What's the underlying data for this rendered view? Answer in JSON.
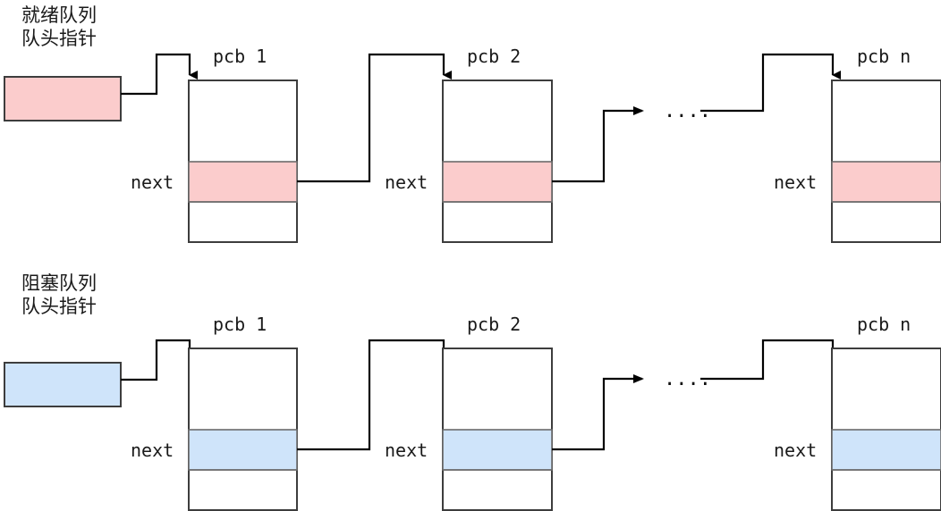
{
  "diagram": {
    "title_hidden": "",
    "rows": [
      {
        "id": "ready-queue",
        "head_label_line1": "就绪队列",
        "head_label_line2": "队头指针",
        "accent_color": "#fbcccc",
        "head_box_fill": "#fbcccc",
        "nodes": [
          {
            "id": "pcb-1",
            "caption": "pcb 1",
            "next_label": "next"
          },
          {
            "id": "pcb-2",
            "caption": "pcb 2",
            "next_label": "next"
          },
          {
            "id": "pcb-n",
            "caption": "pcb n",
            "next_label": "next"
          }
        ],
        "ellipsis": "...."
      },
      {
        "id": "blocked-queue",
        "head_label_line1": "阻塞队列",
        "head_label_line2": "队头指针",
        "accent_color": "#cfe4fa",
        "head_box_fill": "#cfe4fa",
        "nodes": [
          {
            "id": "pcb-1",
            "caption": "pcb 1",
            "next_label": "next"
          },
          {
            "id": "pcb-2",
            "caption": "pcb 2",
            "next_label": "next"
          },
          {
            "id": "pcb-n",
            "caption": "pcb n",
            "next_label": "next"
          }
        ],
        "ellipsis": "...."
      }
    ],
    "colors": {
      "background": "#ffffff",
      "box_border": "#3d3d3d",
      "band_border": "#6b6b6b",
      "connector": "#000000",
      "text": "#1a1a1a",
      "pink": "#fbcccc",
      "blue": "#cfe4fa"
    }
  }
}
